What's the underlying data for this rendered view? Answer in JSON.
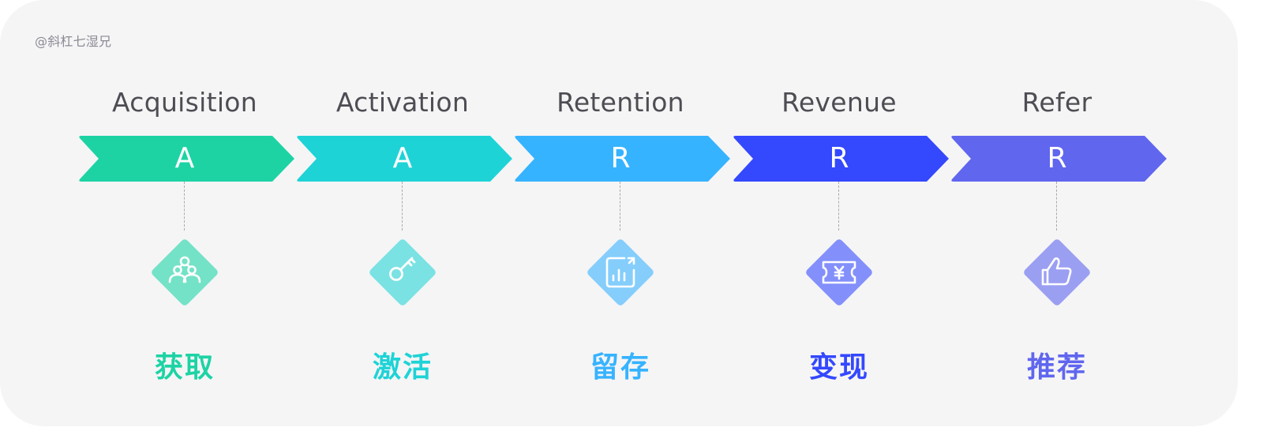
{
  "watermark": "@斜杠七湿兄",
  "stages": [
    {
      "title": "Acquisition",
      "letter": "A",
      "label": "获取",
      "color": "#1dd3a4",
      "diamond_color": "#74e2c7",
      "icon": "user-group-icon"
    },
    {
      "title": "Activation",
      "letter": "A",
      "label": "激活",
      "color": "#1ed3d6",
      "diamond_color": "#7be2e3",
      "icon": "key-icon"
    },
    {
      "title": "Retention",
      "letter": "R",
      "label": "留存",
      "color": "#36b3ff",
      "diamond_color": "#85cefc",
      "icon": "chart-icon"
    },
    {
      "title": "Revenue",
      "letter": "R",
      "label": "变现",
      "color": "#3448fe",
      "diamond_color": "#8390fb",
      "icon": "yen-ticket-icon"
    },
    {
      "title": "Refer",
      "letter": "R",
      "label": "推荐",
      "color": "#6066ee",
      "diamond_color": "#9b9ff2",
      "icon": "thumbs-up-icon"
    }
  ]
}
